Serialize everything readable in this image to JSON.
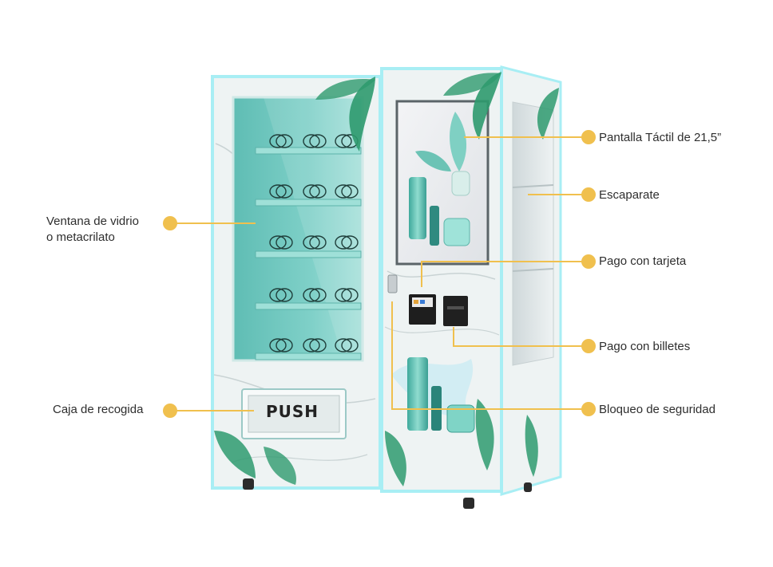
{
  "machine": {
    "push_label": "PUSH"
  },
  "callouts": {
    "ventana_line1": "Ventana de vidrio",
    "ventana_line2": "o metacrilato",
    "caja": "Caja de recogida",
    "pantalla": "Pantalla Táctil de 21,5”",
    "escaparate": "Escaparate",
    "tarjeta": "Pago con tarjeta",
    "billetes": "Pago con billetes",
    "bloqueo": "Bloqueo de seguridad"
  },
  "colors": {
    "callout_dot": "#f0c04e",
    "callout_line": "#f0c04e",
    "frame_glow": "#a8eef4",
    "glass_teal": "#6fc7bf",
    "shelf_teal": "#8fd8d0",
    "marble": "#eef3f3",
    "leaf_green": "#2e9a6e"
  }
}
